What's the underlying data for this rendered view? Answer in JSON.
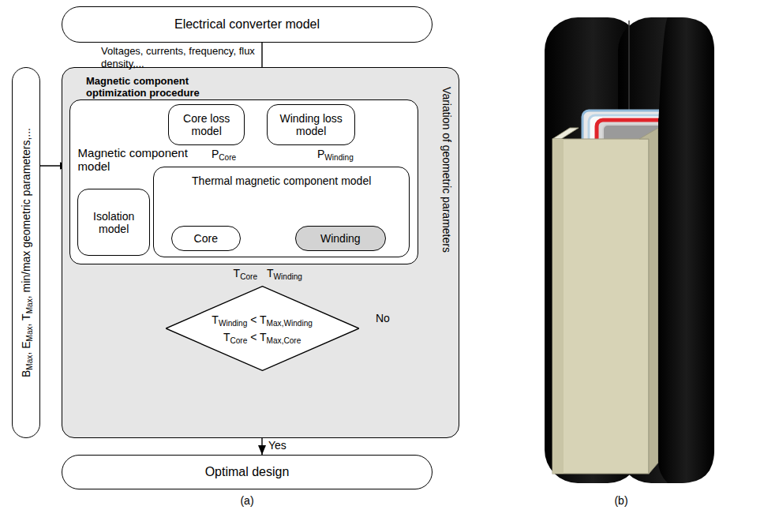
{
  "diagram": {
    "nodes": [
      {
        "text": [
          "Electrical converter model"
        ]
      },
      {
        "text": [
          "BMax, EMax, TMax, min/max geometric parameters,..."
        ]
      },
      {
        "text": [
          "Magnetic component optimization procedure"
        ]
      },
      {
        "text": [
          "Magnetic component model"
        ],
        "in": 2
      },
      {
        "text": [
          "Core loss model"
        ],
        "in": 3
      },
      {
        "text": [
          "Winding loss model"
        ],
        "in": 3
      },
      {
        "text": [
          "Isolation model"
        ],
        "in": 3
      },
      {
        "text": [
          "Thermal magnetic component model"
        ],
        "in": 3
      },
      {
        "text": [
          "Core"
        ],
        "in": 7
      },
      {
        "text": [
          "Winding"
        ],
        "in": 7
      },
      {
        "text": [
          "TWinding < TMax,Winding",
          "TCore < TMax,Core"
        ],
        "in": 2
      },
      {
        "text": [
          "Optimal design"
        ]
      }
    ],
    "edges": [
      {
        "from": 0,
        "to": 3,
        "label": "Voltages, currents, frequency, flux density,...",
        "arrow": "to"
      },
      {
        "from": 1,
        "to": 3,
        "arrow": "to"
      },
      {
        "from": 4,
        "to": 7,
        "label": "PCore",
        "arrow": "to"
      },
      {
        "from": 5,
        "to": 7,
        "label": "PWinding",
        "arrow": "to"
      },
      {
        "from": 3,
        "to": 10,
        "arrow": "to"
      },
      {
        "from": 10,
        "to": 11,
        "label": "Yes",
        "arrow": "to"
      },
      {
        "from": 10,
        "to": 3,
        "label": "No",
        "arrow": "to"
      }
    ],
    "labels": [
      "TCore",
      "TWinding",
      "Variation of geometric parameters",
      "(a)",
      "(b)"
    ]
  }
}
